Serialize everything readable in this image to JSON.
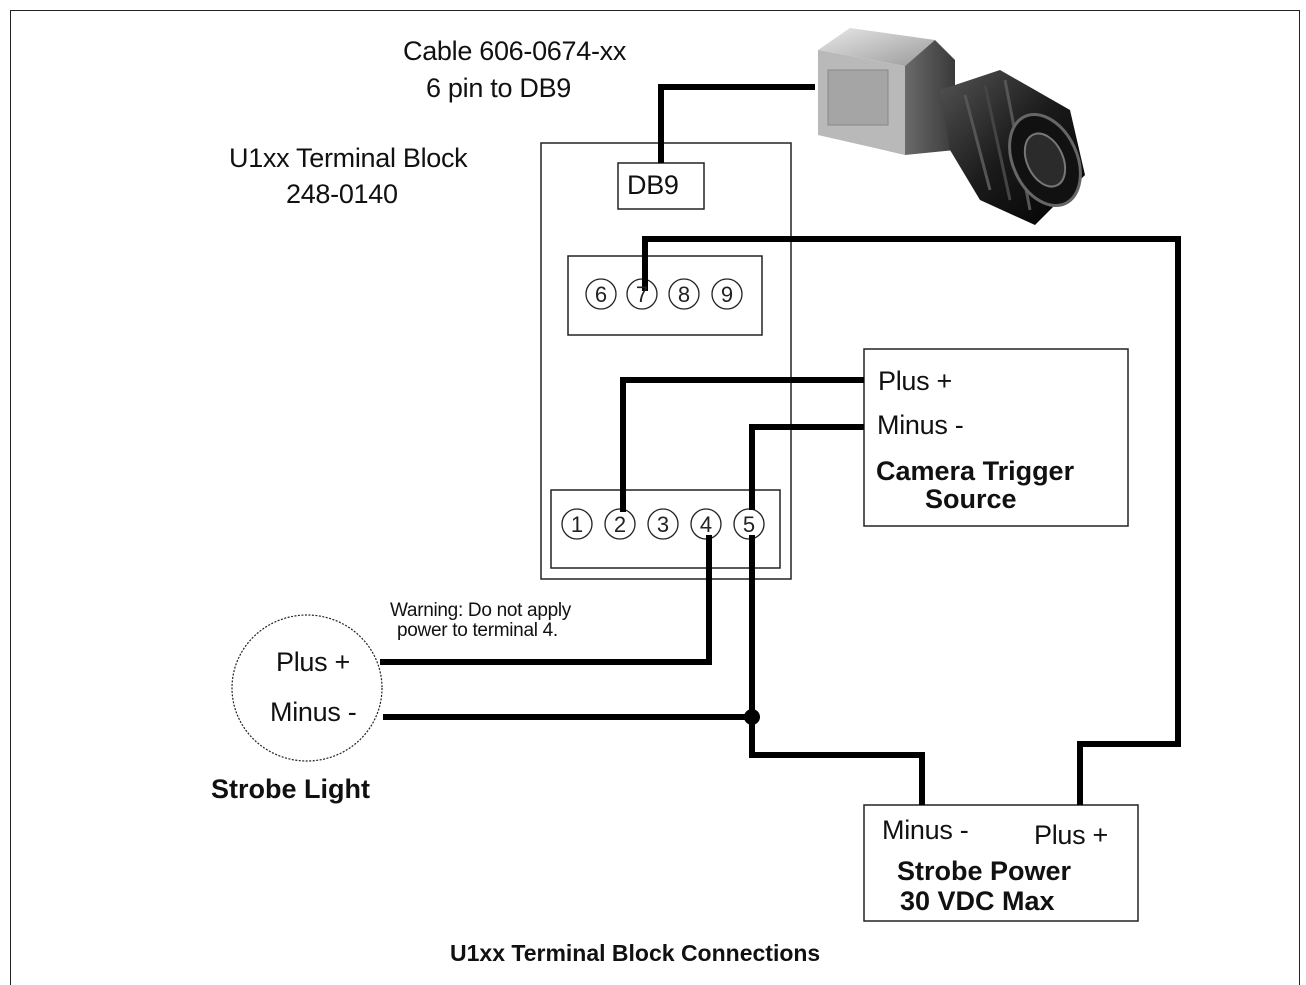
{
  "cable": {
    "line1": "Cable 606-0674-xx",
    "line2": "6 pin to DB9"
  },
  "terminal_block": {
    "line1": "U1xx Terminal Block",
    "line2": "248-0140",
    "db9_label": "DB9",
    "top_pins": [
      "6",
      "7",
      "8",
      "9"
    ],
    "bottom_pins": [
      "1",
      "2",
      "3",
      "4",
      "5"
    ]
  },
  "trigger_source": {
    "plus": "Plus +",
    "minus": "Minus -",
    "title_line1": "Camera Trigger",
    "title_line2": "Source"
  },
  "warning": {
    "line1": "Warning: Do not apply",
    "line2": "power to terminal 4."
  },
  "strobe_light": {
    "plus": "Plus +",
    "minus": "Minus -",
    "title": "Strobe Light"
  },
  "strobe_power": {
    "minus": "Minus -",
    "plus": "Plus +",
    "title_line1": "Strobe Power",
    "title_line2": "30 VDC Max"
  },
  "caption": "U1xx Terminal Block Connections",
  "colors": {
    "wire": "#000000",
    "outline": "#222222"
  }
}
